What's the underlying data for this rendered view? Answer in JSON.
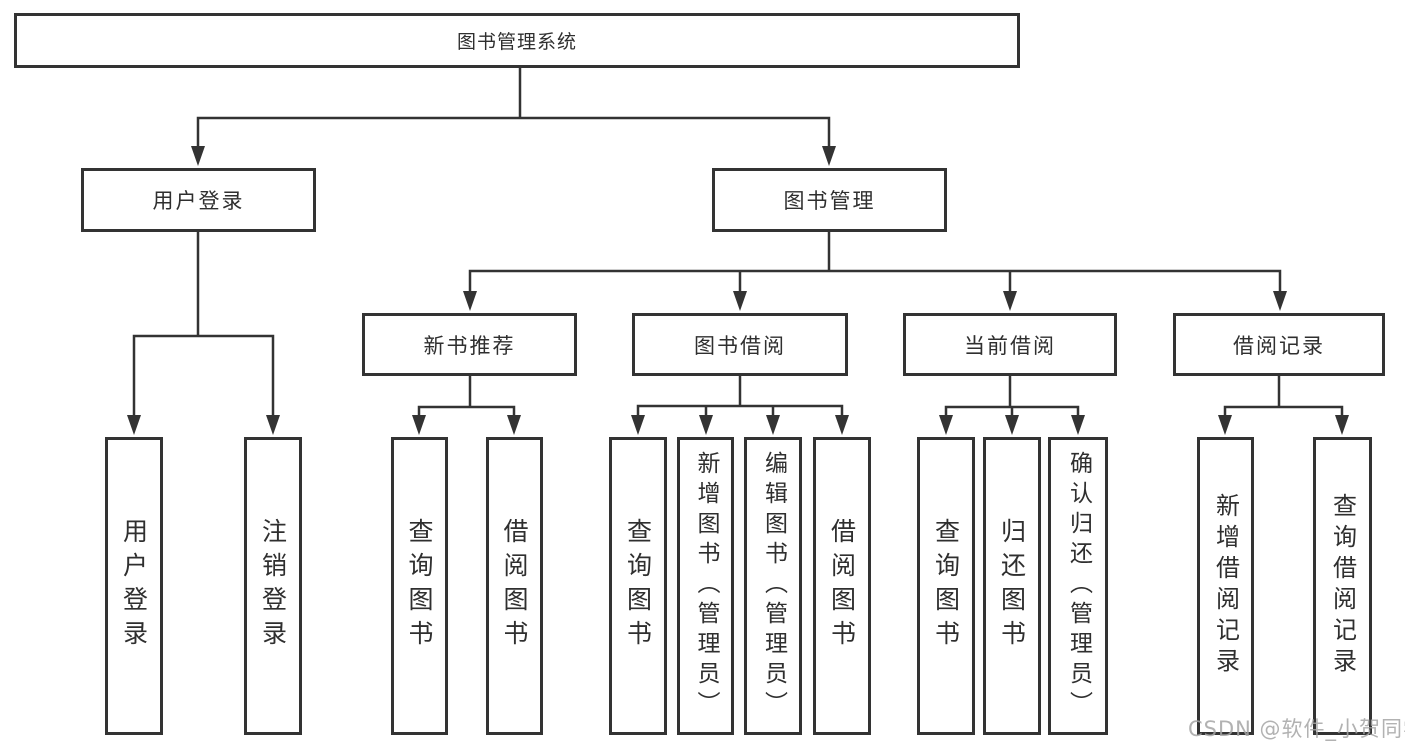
{
  "title": {
    "label": "图书管理系统"
  },
  "level2": {
    "user_login": {
      "label": "用户登录"
    },
    "book_mgmt": {
      "label": "图书管理"
    }
  },
  "level3": {
    "new_books": {
      "label": "新书推荐"
    },
    "borrow": {
      "label": "图书借阅"
    },
    "current": {
      "label": "当前借阅"
    },
    "records": {
      "label": "借阅记录"
    }
  },
  "leaves": {
    "login": {
      "label": "用户登录"
    },
    "logout": {
      "label": "注销登录"
    },
    "newbooks_query": {
      "label": "查询图书"
    },
    "newbooks_borrow": {
      "label": "借阅图书"
    },
    "borrow_query": {
      "label": "查询图书"
    },
    "borrow_add": {
      "label": "新增图书（管理员）"
    },
    "borrow_edit": {
      "label": "编辑图书（管理员）"
    },
    "borrow_borrow": {
      "label": "借阅图书"
    },
    "current_query": {
      "label": "查询图书"
    },
    "current_return": {
      "label": "归还图书"
    },
    "current_confirm": {
      "label": "确认归还（管理员）"
    },
    "records_add": {
      "label": "新增借阅记录"
    },
    "records_query": {
      "label": "查询借阅记录"
    }
  },
  "watermark": {
    "text": "CSDN @软件_小贺同学"
  },
  "colors": {
    "line": "#333333",
    "border": "#333333",
    "text": "#2f2f2f",
    "watermark": "#a5a5a5",
    "background": "#ffffff"
  }
}
